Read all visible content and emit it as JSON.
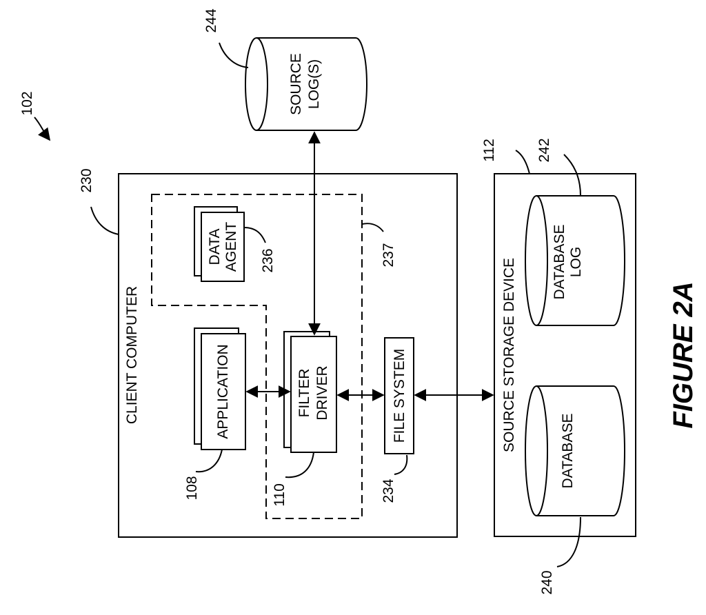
{
  "figure": {
    "caption": "FIGURE 2A",
    "ref": "102"
  },
  "client_computer": {
    "label": "CLIENT COMPUTER",
    "ref": "230"
  },
  "dashed_region": {
    "ref": "237"
  },
  "data_agent": {
    "line1": "DATA",
    "line2": "AGENT",
    "ref": "236"
  },
  "application": {
    "label": "APPLICATION",
    "ref": "108"
  },
  "filter_driver": {
    "line1": "FILTER",
    "line2": "DRIVER",
    "ref": "110"
  },
  "file_system": {
    "label": "FILE SYSTEM",
    "ref": "234"
  },
  "source_logs": {
    "line1": "SOURCE",
    "line2": "LOG(S)",
    "ref": "244"
  },
  "source_storage_device": {
    "label": "SOURCE STORAGE DEVICE",
    "ref": "112"
  },
  "database_log": {
    "line1": "DATABASE",
    "line2": "LOG",
    "ref": "242"
  },
  "database": {
    "label": "DATABASE",
    "ref": "240"
  }
}
